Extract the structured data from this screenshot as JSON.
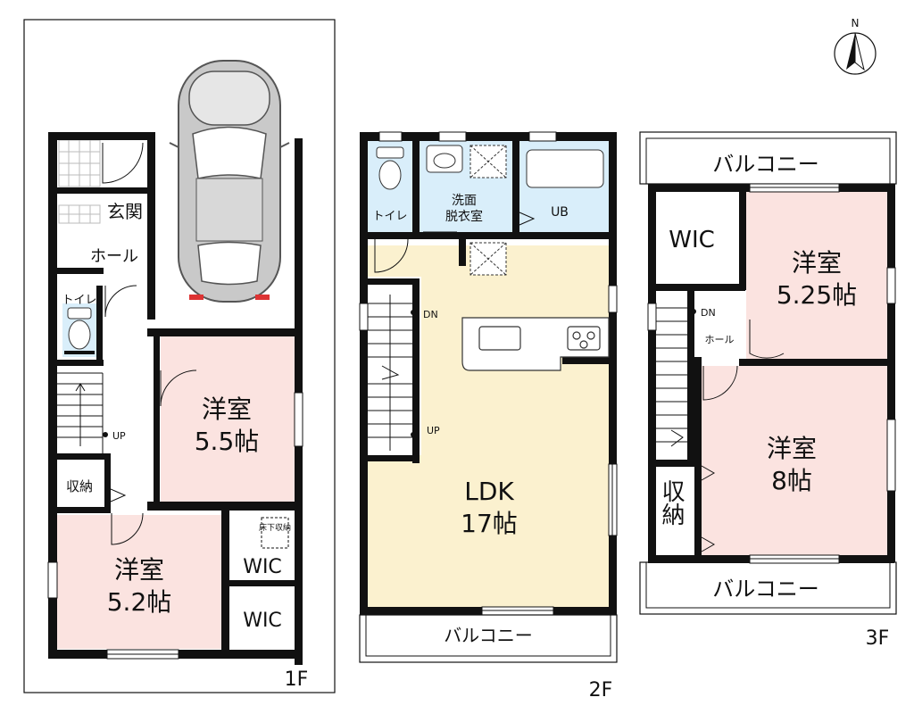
{
  "compass": {
    "north": "N"
  },
  "floors": [
    {
      "label": "1F",
      "rooms": [
        {
          "id": "genkan",
          "name": "玄関"
        },
        {
          "id": "hall",
          "name": "ホール"
        },
        {
          "id": "toilet",
          "name": "トイレ"
        },
        {
          "id": "yoshitsu1",
          "name": "洋室",
          "size": "5.5帖"
        },
        {
          "id": "shuno",
          "name": "収納"
        },
        {
          "id": "yoshitsu2",
          "name": "洋室",
          "size": "5.2帖"
        },
        {
          "id": "yukashita",
          "name": "床下収納"
        },
        {
          "id": "wic1",
          "name": "WIC"
        },
        {
          "id": "wic2",
          "name": "WIC"
        }
      ],
      "stairs_label": "UP"
    },
    {
      "label": "2F",
      "rooms": [
        {
          "id": "toilet",
          "name": "トイレ"
        },
        {
          "id": "senmen",
          "name": "洗面脱衣室",
          "line1": "洗面",
          "line2": "脱衣室"
        },
        {
          "id": "ub",
          "name": "UB"
        },
        {
          "id": "ldk",
          "name": "LDK",
          "size": "17帖"
        },
        {
          "id": "balcony",
          "name": "バルコニー"
        }
      ],
      "stairs_down": "DN",
      "stairs_up": "UP"
    },
    {
      "label": "3F",
      "rooms": [
        {
          "id": "balcony_top",
          "name": "バルコニー"
        },
        {
          "id": "wic",
          "name": "WIC"
        },
        {
          "id": "yoshitsu1",
          "name": "洋室",
          "size": "5.25帖"
        },
        {
          "id": "hall",
          "name": "ホール"
        },
        {
          "id": "yoshitsu2",
          "name": "洋室",
          "size": "8帖"
        },
        {
          "id": "shuno",
          "name": "収納"
        },
        {
          "id": "balcony_bottom",
          "name": "バルコニー"
        }
      ],
      "stairs_down": "DN"
    }
  ],
  "colors": {
    "western_room": "#fbe3e0",
    "ldk": "#fbf1cf",
    "wet_area": "#d9eefa",
    "wall": "#111111"
  }
}
